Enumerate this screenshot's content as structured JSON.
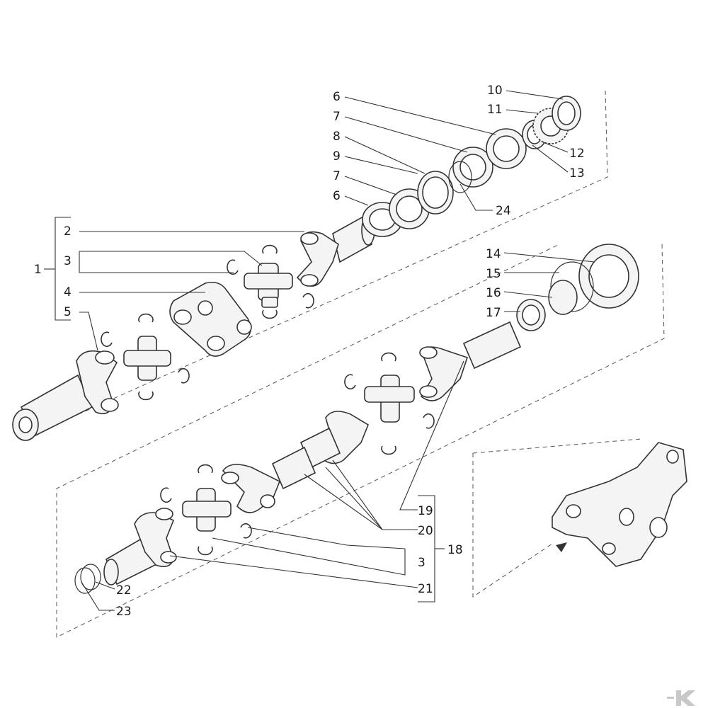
{
  "labels": {
    "l1": "1",
    "l2": "2",
    "l3a": "3",
    "l4": "4",
    "l5": "5",
    "l6a": "6",
    "l7a": "7",
    "l8": "8",
    "l9": "9",
    "l7b": "7",
    "l6b": "6",
    "l10": "10",
    "l11": "11",
    "l12": "12",
    "l13": "13",
    "l24": "24",
    "l14": "14",
    "l15": "15",
    "l16": "16",
    "l17": "17",
    "l18": "18",
    "l19": "19",
    "l20": "20",
    "l3b": "3",
    "l21": "21",
    "l22": "22",
    "l23": "23"
  },
  "colors": {
    "line": "#333333",
    "fill": "#f4f4f4",
    "watermark": "#c8c8c8"
  },
  "icons": {
    "watermark": "brand-logo-icon",
    "arrow": "arrow-right-icon"
  }
}
